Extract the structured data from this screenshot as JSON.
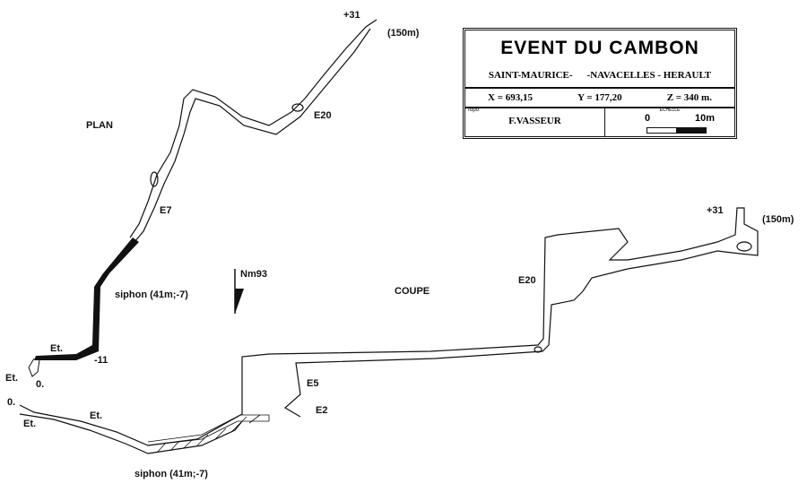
{
  "title_block": {
    "title": "EVENT DU CAMBON",
    "location_left": "SAINT-MAURICE-",
    "location_right": "-NAVACELLES - HERAULT",
    "x_coord": "X = 693,15",
    "y_coord": "Y = 177,20",
    "z_coord": "Z = 340 m.",
    "topo_label": "Topo",
    "author": "F.VASSEUR",
    "scale_label": "ECHELLE",
    "scale_start": "0",
    "scale_end": "10m"
  },
  "plan": {
    "heading": "PLAN",
    "top_height": "+31",
    "top_distance": "(150m)",
    "e20": "E20",
    "e7": "E7",
    "siphon": "siphon (41m;-7)",
    "et_1": "Et.",
    "depth_11": "-11",
    "et_2": "Et.",
    "zero": "0."
  },
  "north": {
    "label": "Nm93"
  },
  "coupe": {
    "heading": "COUPE",
    "e20": "E20",
    "top_height": "+31",
    "top_distance": "(150m)",
    "zero": "0.",
    "et_1": "Et.",
    "et_2": "Et.",
    "e5": "E5",
    "e2": "E2",
    "siphon": "siphon (41m;-7)"
  }
}
